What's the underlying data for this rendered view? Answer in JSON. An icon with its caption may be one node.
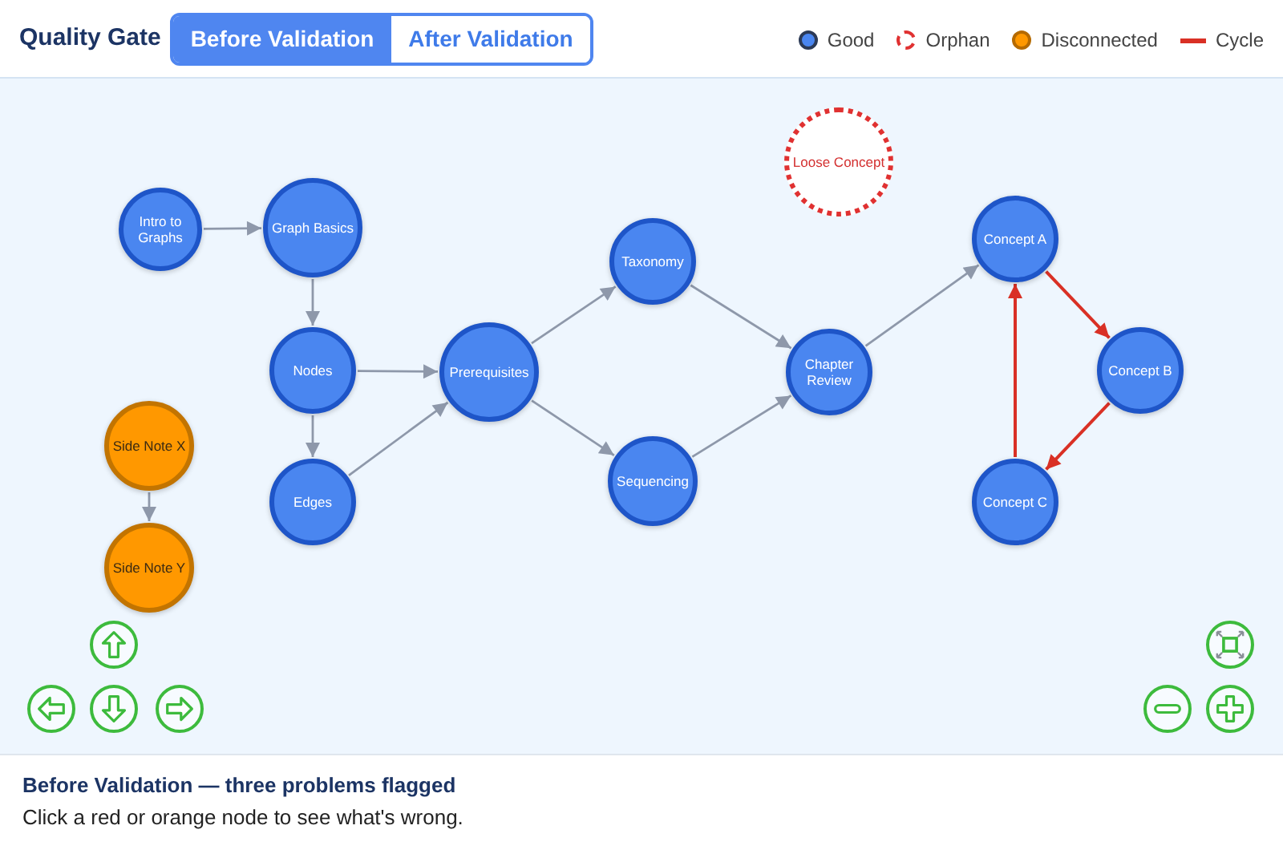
{
  "diagram": {
    "title": "Quality Gate",
    "nodes": [
      {
        "text": [
          "Intro to Graphs"
        ]
      },
      {
        "text": [
          "Graph Basics"
        ]
      },
      {
        "text": [
          "Nodes"
        ]
      },
      {
        "text": [
          "Edges"
        ]
      },
      {
        "text": [
          "Prerequisites"
        ]
      },
      {
        "text": [
          "Taxonomy"
        ]
      },
      {
        "text": [
          "Sequencing"
        ]
      },
      {
        "text": [
          "Chapter Review"
        ]
      },
      {
        "text": [
          "Loose Concept"
        ]
      },
      {
        "text": [
          "Concept A"
        ]
      },
      {
        "text": [
          "Concept B"
        ]
      },
      {
        "text": [
          "Concept C"
        ]
      },
      {
        "text": [
          "Side Note X"
        ]
      },
      {
        "text": [
          "Side Note Y"
        ]
      }
    ],
    "edges": [
      {
        "from": 0,
        "to": 1,
        "arrow": "to"
      },
      {
        "from": 1,
        "to": 2,
        "arrow": "to"
      },
      {
        "from": 2,
        "to": 3,
        "arrow": "to"
      },
      {
        "from": 2,
        "to": 4,
        "arrow": "to"
      },
      {
        "from": 3,
        "to": 4,
        "arrow": "to"
      },
      {
        "from": 4,
        "to": 5,
        "arrow": "to"
      },
      {
        "from": 4,
        "to": 6,
        "arrow": "to"
      },
      {
        "from": 5,
        "to": 7,
        "arrow": "to"
      },
      {
        "from": 6,
        "to": 7,
        "arrow": "to"
      },
      {
        "from": 7,
        "to": 9,
        "arrow": "to"
      },
      {
        "from": 9,
        "to": 10,
        "arrow": "to",
        "color": "#d93025"
      },
      {
        "from": 10,
        "to": 11,
        "arrow": "to",
        "color": "#d93025"
      },
      {
        "from": 11,
        "to": 9,
        "arrow": "to",
        "color": "#d93025"
      },
      {
        "from": 12,
        "to": 13,
        "arrow": "to"
      }
    ],
    "labels": [
      "Before Validation",
      "After Validation",
      "Before Validation — three problems flagged",
      "Click a red or orange node to see what's wrong."
    ],
    "legend": [
      {
        "text": "Good",
        "color": "#4a86f0"
      },
      {
        "text": "Orphan"
      },
      {
        "text": "Disconnected",
        "color": "#ff9800"
      },
      {
        "text": "Cycle"
      }
    ]
  }
}
